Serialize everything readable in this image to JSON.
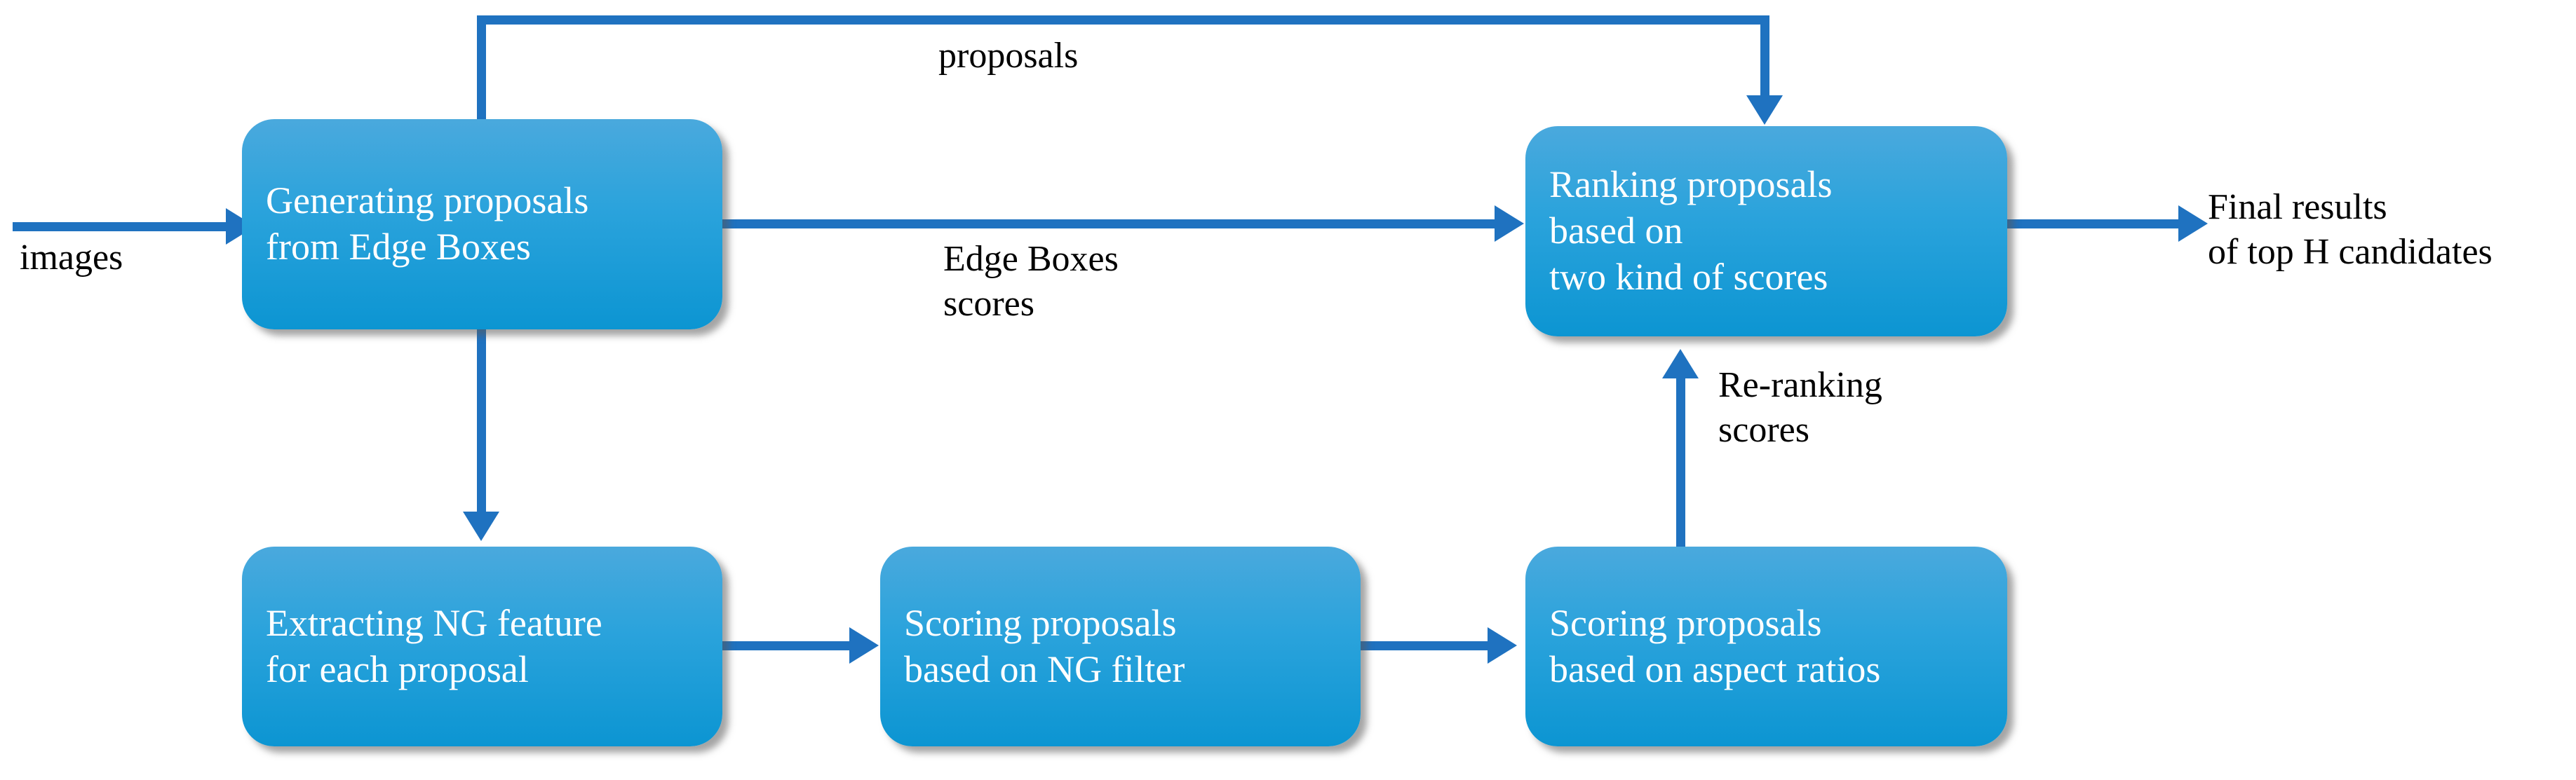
{
  "diagram": {
    "title": "Object proposal generation and re-ranking pipeline",
    "colors": {
      "node_fill_top": "#4aa9dd",
      "node_fill_bottom": "#0c95d2",
      "node_text": "#ffffff",
      "arrow": "#1f72c0",
      "label_text": "#000000",
      "background": "#ffffff"
    },
    "nodes": [
      {
        "id": "generating",
        "label": "Generating proposals\nfrom Edge Boxes"
      },
      {
        "id": "ranking",
        "label": "Ranking proposals\nbased on\ntwo kind of scores"
      },
      {
        "id": "extracting",
        "label": "Extracting NG feature\nfor each proposal"
      },
      {
        "id": "scoring_ng",
        "label": "Scoring proposals\nbased on NG filter"
      },
      {
        "id": "scoring_aspect",
        "label": "Scoring proposals\nbased on aspect ratios"
      }
    ],
    "edge_labels": [
      {
        "id": "input",
        "text": "images"
      },
      {
        "id": "feedback",
        "text": "proposals"
      },
      {
        "id": "eb_scores",
        "text": "Edge Boxes\nscores"
      },
      {
        "id": "reranking",
        "text": "Re-ranking\nscores"
      },
      {
        "id": "output",
        "text": "Final results\nof top H candidates"
      }
    ]
  }
}
